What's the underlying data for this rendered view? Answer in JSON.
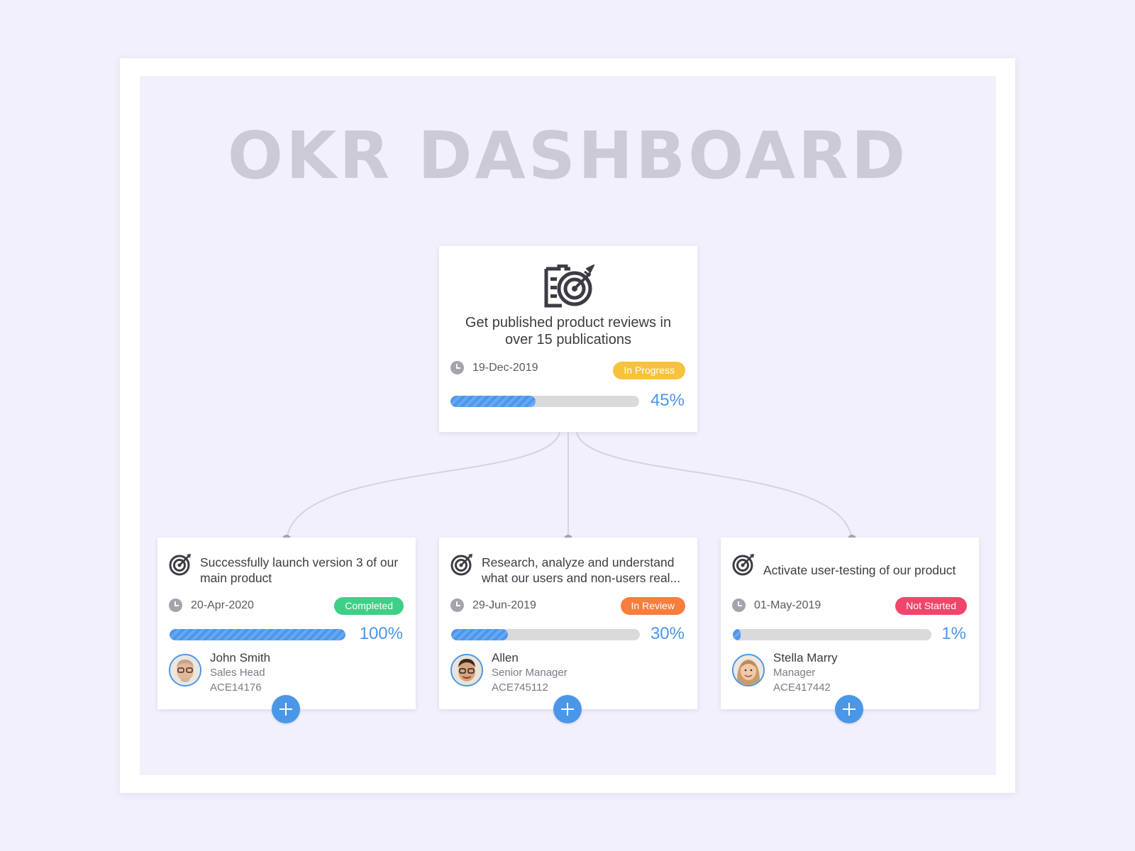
{
  "title": "OKR DASHBOARD",
  "colors": {
    "accent": "#4a97e8",
    "in_progress": "#f7c33c",
    "completed": "#3fcf86",
    "in_review": "#f97d3c",
    "not_started": "#f2456a"
  },
  "main_objective": {
    "icon": "target-board-icon",
    "title": "Get published product reviews in over 15 publications",
    "date": "19-Dec-2019",
    "status": "In Progress",
    "progress": 45,
    "progress_label": "45%"
  },
  "key_results": [
    {
      "icon": "target-icon",
      "title": "Successfully launch version 3 of our main product",
      "date": "20-Apr-2020",
      "status": "Completed",
      "progress": 100,
      "progress_label": "100%",
      "owner": {
        "name": "John Smith",
        "role": "Sales Head",
        "id": "ACE14176"
      }
    },
    {
      "icon": "target-icon",
      "title": "Research, analyze and understand what our users and non-users real...",
      "date": "29-Jun-2019",
      "status": "In Review",
      "progress": 30,
      "progress_label": "30%",
      "owner": {
        "name": "Allen",
        "role": "Senior Manager",
        "id": "ACE745112"
      }
    },
    {
      "icon": "target-icon",
      "title": "Activate user-testing of our product",
      "date": "01-May-2019",
      "status": "Not Started",
      "progress": 1,
      "progress_label": "1%",
      "owner": {
        "name": "Stella Marry",
        "role": "Manager",
        "id": "ACE417442"
      }
    }
  ]
}
